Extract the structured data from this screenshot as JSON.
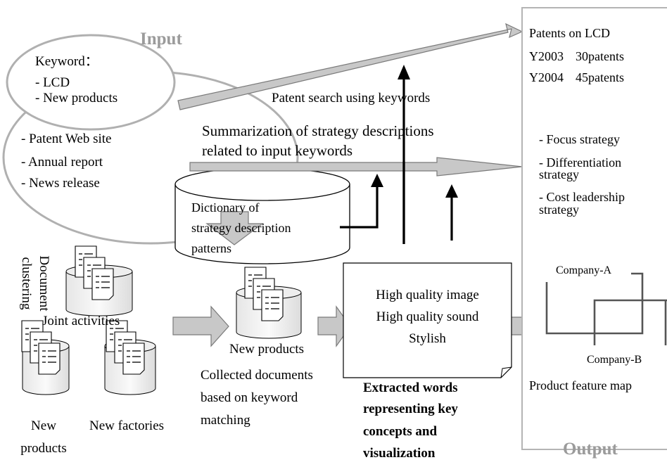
{
  "titles": {
    "input": "Input",
    "output": "Output"
  },
  "input_ellipse": {
    "keyword_label": "Keyword：",
    "keywords": [
      "- LCD",
      "- New products"
    ],
    "sources": [
      "- Patent Web site",
      "- Annual report",
      "- News release"
    ]
  },
  "labels": {
    "patent_search": "Patent search using keywords",
    "summarization": [
      "Summarization of strategy descriptions",
      "related to input keywords"
    ],
    "dictionary": [
      "Dictionary of",
      "strategy description",
      "patterns"
    ],
    "document_clustering": [
      "Document",
      "clustering"
    ],
    "joint_activities": "Joint activities",
    "new_products_cluster": [
      "New",
      "products"
    ],
    "new_factories": "New factories",
    "new_products_collected": "New products",
    "collected_documents": [
      "Collected documents",
      "based on keyword",
      "matching"
    ],
    "extracted_words_box": [
      "High quality image",
      "High quality sound",
      "Stylish"
    ],
    "extracted_caption": [
      "Extracted words",
      "representing key",
      "concepts and",
      "visualization"
    ]
  },
  "output_panel": {
    "patents_title": "Patents on LCD",
    "patents_rows": [
      {
        "year": "Y2003",
        "count": "30patents"
      },
      {
        "year": "Y2004",
        "count": "45patents"
      }
    ],
    "strategies": [
      [
        "- Focus strategy"
      ],
      [
        "- Differentiation",
        "strategy"
      ],
      [
        "- Cost leadership",
        "strategy"
      ]
    ],
    "map": {
      "company_a": "Company-A",
      "company_b": "Company-B",
      "caption": "Product feature map"
    }
  },
  "colors": {
    "arrow_fill": "#c8c8c8",
    "arrow_stroke": "#7a7a7a",
    "panel_border": "#b4b4b4",
    "title_gray": "#9b9b9b",
    "map_line": "#555555"
  }
}
